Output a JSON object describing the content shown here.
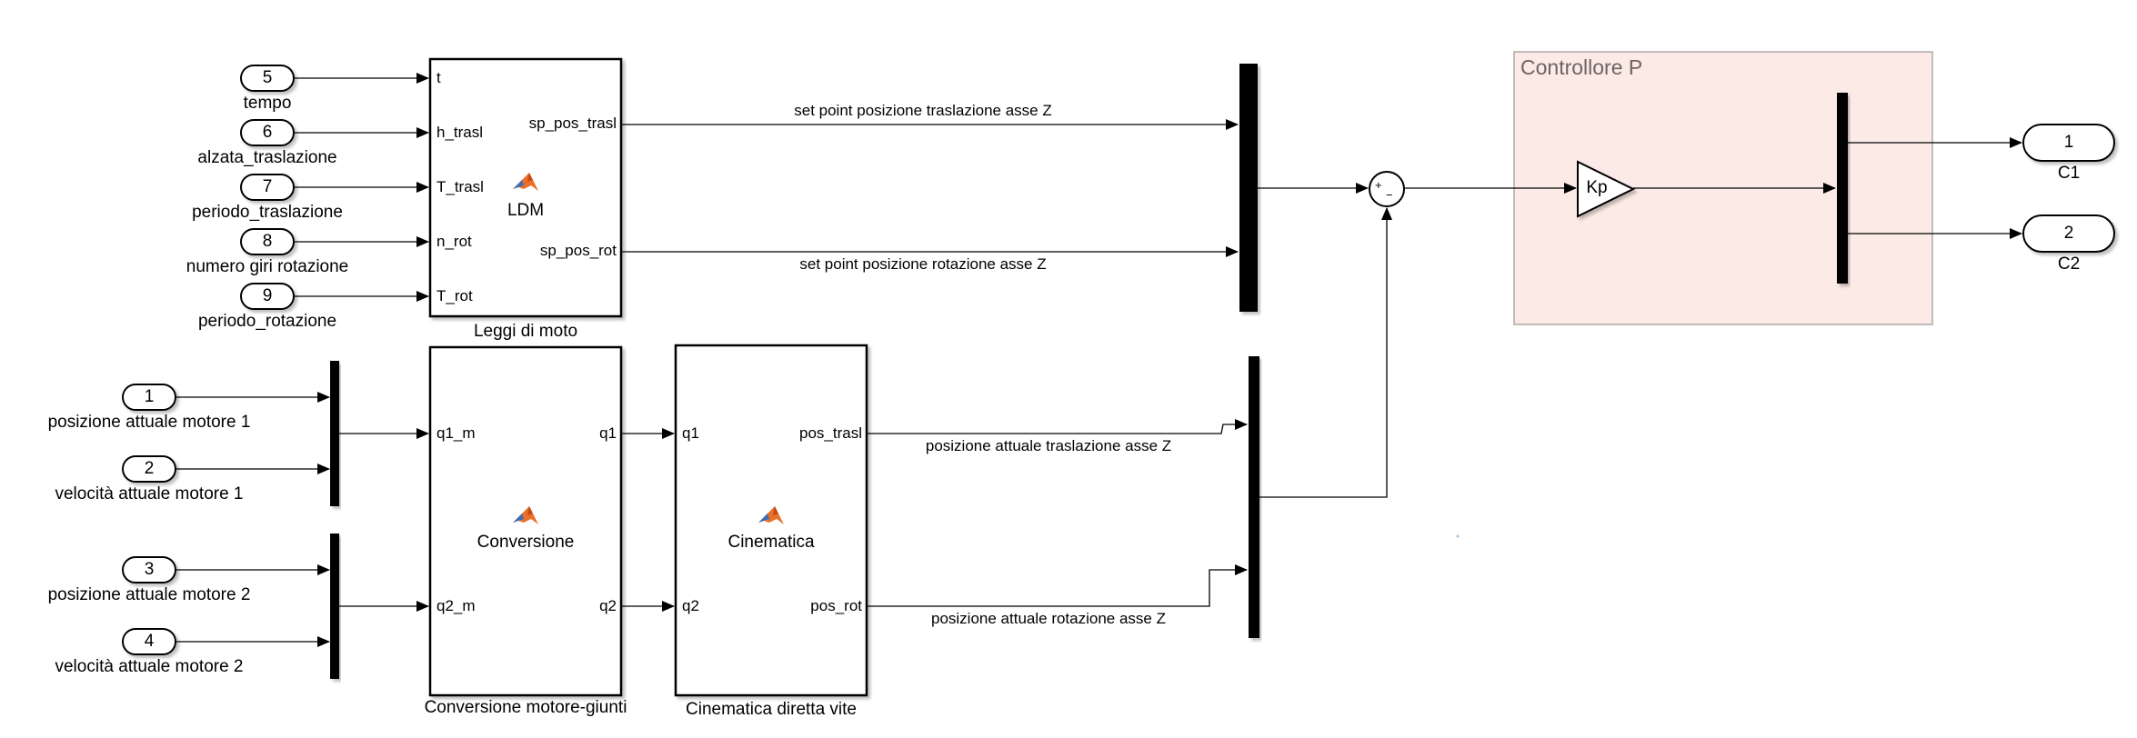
{
  "inports": [
    {
      "num": "5",
      "label": "tempo"
    },
    {
      "num": "6",
      "label": "alzata_traslazione"
    },
    {
      "num": "7",
      "label": "periodo_traslazione"
    },
    {
      "num": "8",
      "label": "numero giri rotazione"
    },
    {
      "num": "9",
      "label": "periodo_rotazione"
    },
    {
      "num": "1",
      "label": "posizione attuale motore 1"
    },
    {
      "num": "2",
      "label": "velocità attuale motore 1"
    },
    {
      "num": "3",
      "label": "posizione attuale motore 2"
    },
    {
      "num": "4",
      "label": "velocità attuale motore 2"
    }
  ],
  "ldm": {
    "name": "LDM",
    "caption": "Leggi di moto",
    "inputs": [
      "t",
      "h_trasl",
      "T_trasl",
      "n_rot",
      "T_rot"
    ],
    "outputs": [
      "sp_pos_trasl",
      "sp_pos_rot"
    ],
    "icon": "matlab-function-icon"
  },
  "conversione": {
    "name": "Conversione",
    "caption": "Conversione motore-giunti",
    "inputs": [
      "q1_m",
      "q2_m"
    ],
    "outputs": [
      "q1",
      "q2"
    ],
    "icon": "matlab-function-icon"
  },
  "cinematica": {
    "name": "Cinematica",
    "caption": "Cinematica diretta vite",
    "inputs": [
      "q1",
      "q2"
    ],
    "outputs": [
      "pos_trasl",
      "pos_rot"
    ],
    "icon": "matlab-function-icon"
  },
  "signals": {
    "sp_trasl": "set point posizione traslazione asse Z",
    "sp_rot": "set point posizione rotazione asse Z",
    "act_trasl": "posizione attuale traslazione asse Z",
    "act_rot": "posizione attuale rotazione asse Z"
  },
  "sum": {
    "signs": [
      "+",
      "−"
    ]
  },
  "controller": {
    "title": "Controllore P",
    "gain": "Kp",
    "area_color": "#fbeae6",
    "border_color": "#b0a8a6"
  },
  "outports": [
    {
      "num": "1",
      "label": "C1"
    },
    {
      "num": "2",
      "label": "C2"
    }
  ]
}
